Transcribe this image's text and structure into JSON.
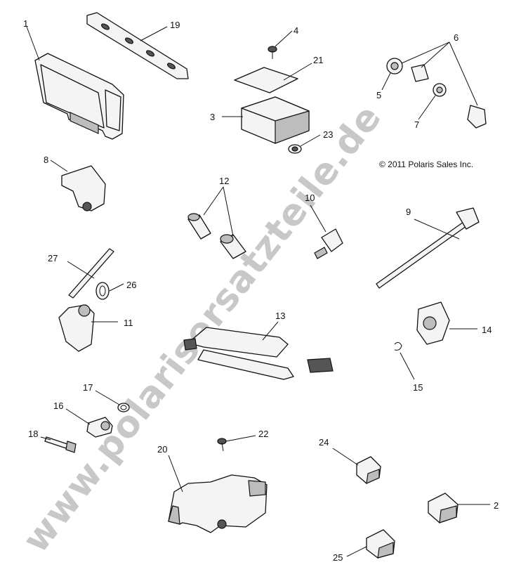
{
  "watermark": "www.polarisersatzteile.de",
  "copyright": "© 2011 Polaris Sales Inc.",
  "callouts": {
    "c1": "1",
    "c2": "2",
    "c3": "3",
    "c4": "4",
    "c5": "5",
    "c6": "6",
    "c7": "7",
    "c8": "8",
    "c9": "9",
    "c10": "10",
    "c11": "11",
    "c12": "12",
    "c13": "13",
    "c14": "14",
    "c15": "15",
    "c16": "16",
    "c17": "17",
    "c18": "18",
    "c19": "19",
    "c20": "20",
    "c21": "21",
    "c22": "22",
    "c23": "23",
    "c24": "24",
    "c25": "25",
    "c26": "26",
    "c27": "27"
  }
}
